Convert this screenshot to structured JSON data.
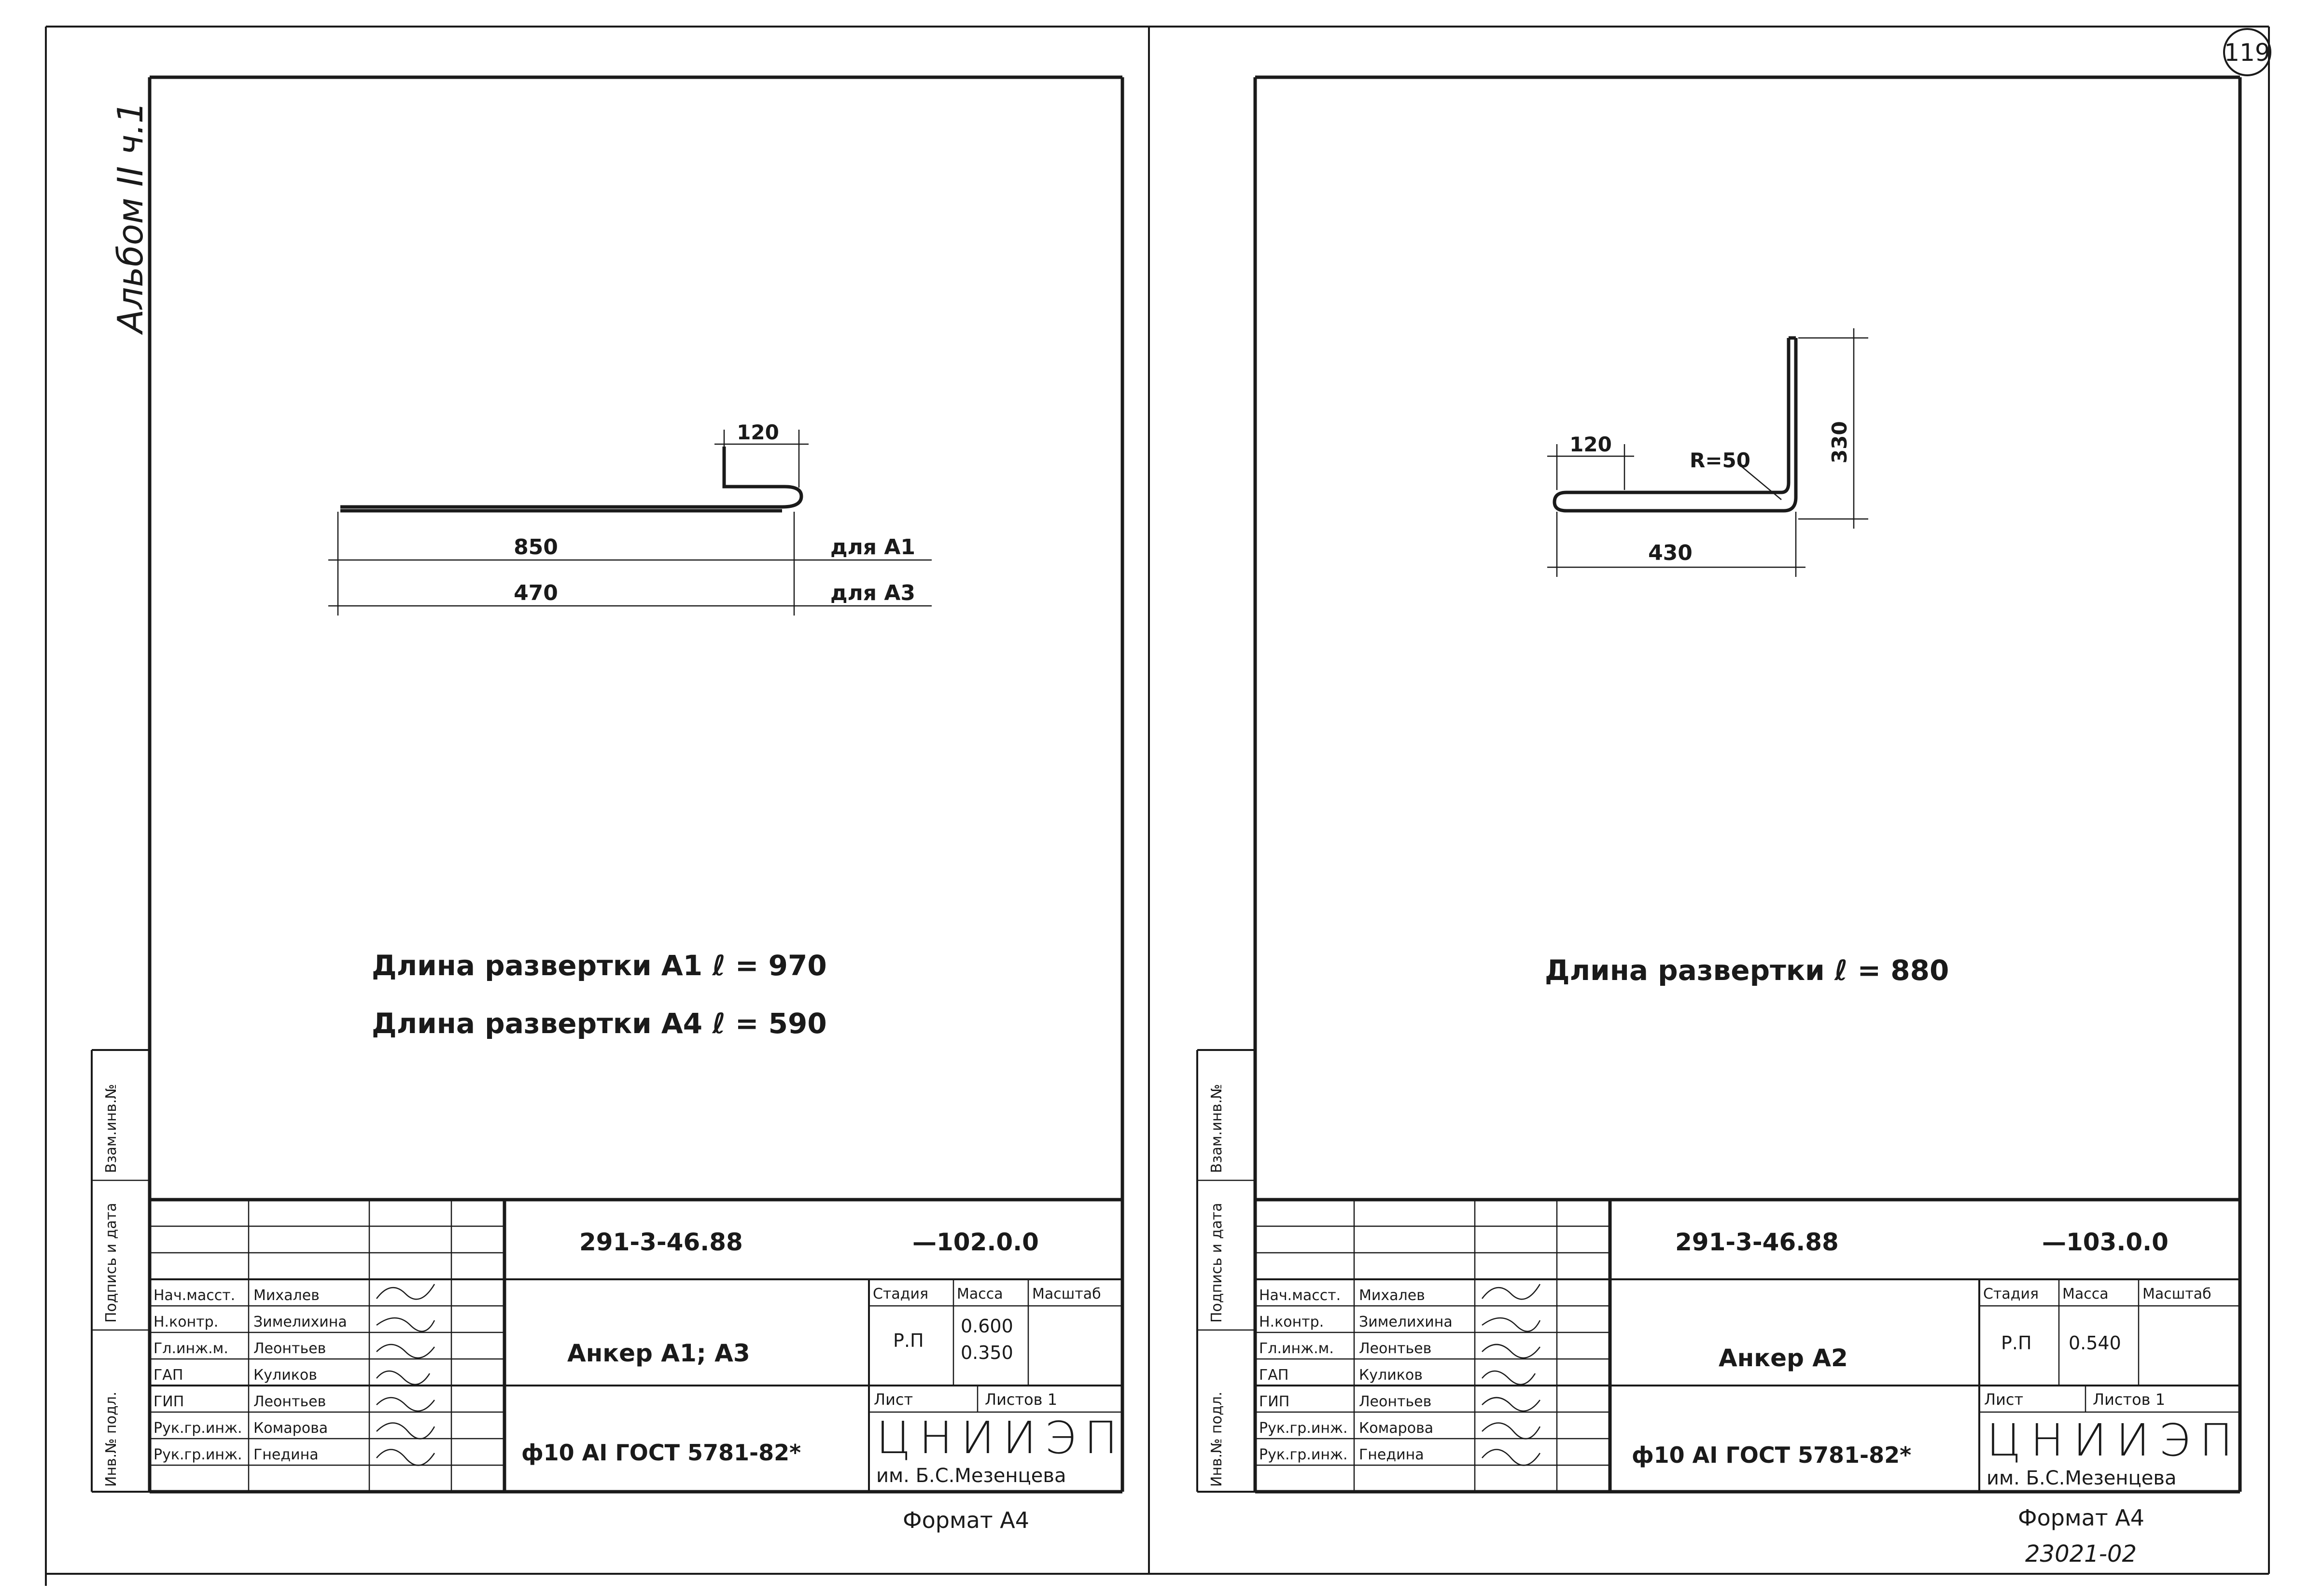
{
  "page_number": "119",
  "album_label": "Альбом II ч.1",
  "bottom_code": "23021-02",
  "sheets": [
    {
      "drawing": {
        "dim_top": "120",
        "dim_length_1": "850",
        "dim_length_2": "470",
        "note_1": "для А1",
        "note_2": "для А3",
        "length_note_1": "Длина развертки А1 ℓ = 970",
        "length_note_2": "Длина развертки А4 ℓ = 590"
      },
      "side_stamp": {
        "inv_podl": "Инв.№ подл.",
        "podpis_data": "Подпись и дата",
        "vzam_inv": "Взам.инв.№"
      },
      "title_block": {
        "doc_code": "291-3-46.88",
        "sheet_code": "—102.0.0",
        "staff": [
          {
            "role": "Нач.масст.",
            "name": "Михалев"
          },
          {
            "role": "Н.контр.",
            "name": "Зимелихина"
          },
          {
            "role": "Гл.инж.м.",
            "name": "Леонтьев"
          },
          {
            "role": "ГАП",
            "name": "Куликов"
          },
          {
            "role": "ГИП",
            "name": "Леонтьев"
          },
          {
            "role": "Рук.гр.инж.",
            "name": "Комарова"
          },
          {
            "role": "Рук.гр.инж.",
            "name": "Гнедина"
          }
        ],
        "item_name": "Анкер А1; А3",
        "material": "ф10 АI ГОСТ 5781-82*",
        "stadia_label": "Стадия",
        "massa_label": "Масса",
        "masshtab_label": "Масштаб",
        "stadia_value": "Р.П",
        "massa_values": [
          "0.600",
          "0.350"
        ],
        "list_label": "Лист",
        "listov_label": "Листов 1",
        "org_name": "ЦНИИЭП",
        "org_sub": "им. Б.С.Мезенцева",
        "format": "Формат А4"
      }
    },
    {
      "drawing": {
        "dim_top": "120",
        "dim_radius": "R=50",
        "dim_height": "330",
        "dim_length": "430",
        "length_note": "Длина развертки ℓ = 880"
      },
      "side_stamp": {
        "inv_podl": "Инв.№ подл.",
        "podpis_data": "Подпись и дата",
        "vzam_inv": "Взам.инв.№"
      },
      "title_block": {
        "doc_code": "291-3-46.88",
        "sheet_code": "—103.0.0",
        "staff": [
          {
            "role": "Нач.масст.",
            "name": "Михалев"
          },
          {
            "role": "Н.контр.",
            "name": "Зимелихина"
          },
          {
            "role": "Гл.инж.м.",
            "name": "Леонтьев"
          },
          {
            "role": "ГАП",
            "name": "Куликов"
          },
          {
            "role": "ГИП",
            "name": "Леонтьев"
          },
          {
            "role": "Рук.гр.инж.",
            "name": "Комарова"
          },
          {
            "role": "Рук.гр.инж.",
            "name": "Гнедина"
          }
        ],
        "item_name": "Анкер А2",
        "material": "ф10 АI ГОСТ 5781-82*",
        "stadia_label": "Стадия",
        "massa_label": "Масса",
        "masshtab_label": "Масштаб",
        "stadia_value": "Р.П",
        "massa_value": "0.540",
        "list_label": "Лист",
        "listov_label": "Листов 1",
        "org_name": "ЦНИИЭП",
        "org_sub": "им. Б.С.Мезенцева",
        "format": "Формат А4"
      }
    }
  ]
}
